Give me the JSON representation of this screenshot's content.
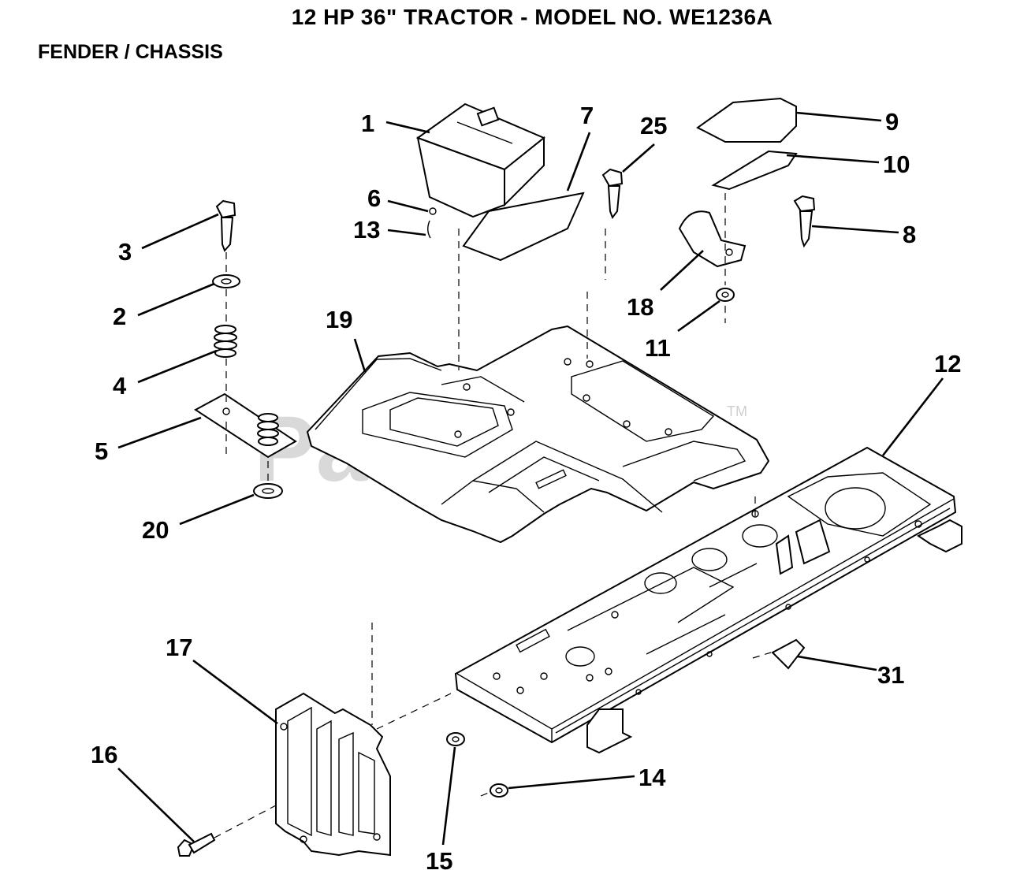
{
  "header": {
    "title": "12 HP 36\" TRACTOR - MODEL NO. WE1236A",
    "subtitle": "FENDER / CHASSIS"
  },
  "watermark": {
    "text": "PartsTree",
    "trademark": "TM"
  },
  "callouts": [
    {
      "id": "c1",
      "label": "1"
    },
    {
      "id": "c2",
      "label": "2"
    },
    {
      "id": "c3",
      "label": "3"
    },
    {
      "id": "c4",
      "label": "4"
    },
    {
      "id": "c5",
      "label": "5"
    },
    {
      "id": "c6",
      "label": "6"
    },
    {
      "id": "c7",
      "label": "7"
    },
    {
      "id": "c8",
      "label": "8"
    },
    {
      "id": "c9",
      "label": "9"
    },
    {
      "id": "c10",
      "label": "10"
    },
    {
      "id": "c11",
      "label": "11"
    },
    {
      "id": "c12",
      "label": "12"
    },
    {
      "id": "c13",
      "label": "13"
    },
    {
      "id": "c14",
      "label": "14"
    },
    {
      "id": "c15",
      "label": "15"
    },
    {
      "id": "c16",
      "label": "16"
    },
    {
      "id": "c17",
      "label": "17"
    },
    {
      "id": "c18",
      "label": "18"
    },
    {
      "id": "c19",
      "label": "19"
    },
    {
      "id": "c20",
      "label": "20"
    },
    {
      "id": "c25",
      "label": "25"
    },
    {
      "id": "c31",
      "label": "31"
    }
  ]
}
